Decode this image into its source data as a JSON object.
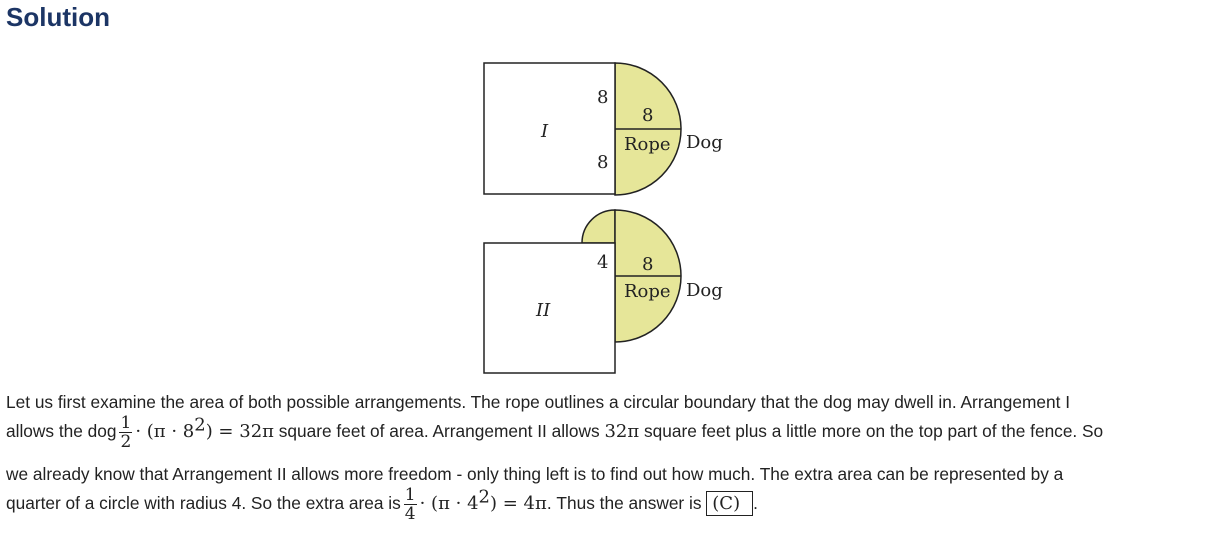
{
  "title": "Solution",
  "figure": {
    "fill_color": "#e6e699",
    "diagram1": {
      "label": "I",
      "side_top": "8",
      "side_bottom": "8",
      "radius": "8",
      "rope": "Rope",
      "dog": "Dog"
    },
    "diagram2": {
      "label": "II",
      "side": "4",
      "radius": "8",
      "rope": "Rope",
      "dog": "Dog"
    }
  },
  "text": {
    "l1": "Let us first examine the area of both possible arrangements. The rope outlines a circular boundary that the dog may dwell in. Arrangement I",
    "l2a": "allows the dog",
    "f1n": "1",
    "f1d": "2",
    "m1": "· (π · 8",
    "m1sup": "2",
    "m1b": ") = 32π",
    "l2b": " square feet of area. Arrangement II allows ",
    "m2": "32π",
    "l2c": " square feet plus a little more on the top part of the fence. So",
    "l3": "we already know that Arrangement II allows more freedom - only thing left is to find out how much. The extra area can be represented by a",
    "l4a": "quarter of a circle with radius 4. So the extra area is",
    "f2n": "1",
    "f2d": "4",
    "m3": "· (π · 4",
    "m3sup": "2",
    "m3b": ") = 4π",
    "l4b": ". Thus the answer is ",
    "answer": "(C)",
    "l4c": "."
  }
}
